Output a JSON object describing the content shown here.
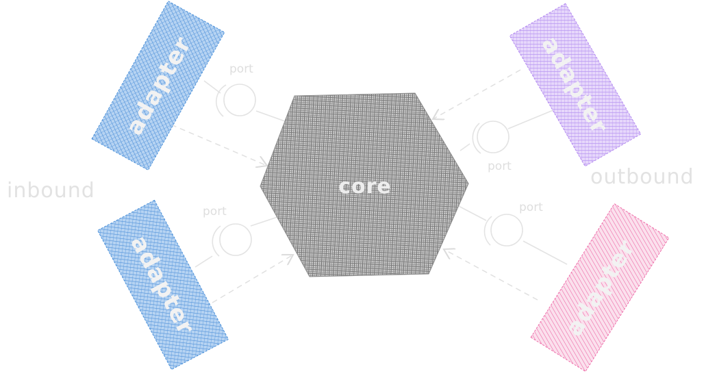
{
  "diagram": {
    "core": {
      "label": "core",
      "color": "#6e6e6e"
    },
    "sides": {
      "inbound": "inbound",
      "outbound": "outbound"
    },
    "port_label": "port",
    "adapters": [
      {
        "label": "adapter",
        "side": "inbound",
        "color": "#4a90d9"
      },
      {
        "label": "adapter",
        "side": "inbound",
        "color": "#4a90d9"
      },
      {
        "label": "adapter",
        "side": "outbound",
        "color": "#b388f0"
      },
      {
        "label": "adapter",
        "side": "outbound",
        "color": "#ee6aa7"
      }
    ],
    "colors": {
      "connector": "#e3e3e3",
      "text_light": "#e6e6e6"
    }
  }
}
